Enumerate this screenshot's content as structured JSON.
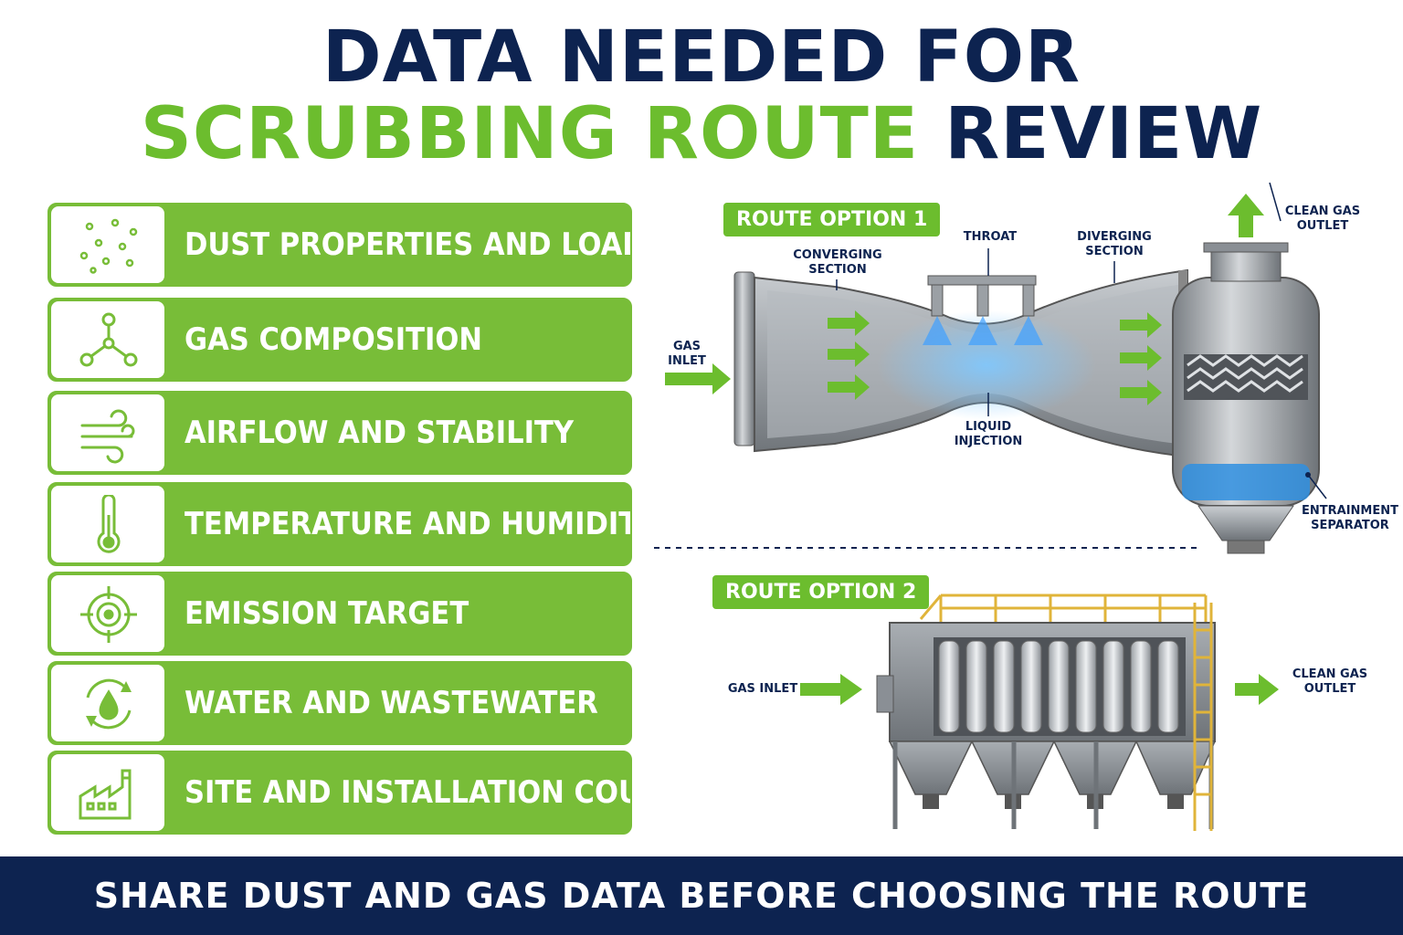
{
  "header": {
    "line1": "DATA NEEDED FOR",
    "line2_green": "SCRUBBING ROUTE",
    "line2_navy": " REVIEW"
  },
  "checklist": [
    {
      "label": "DUST PROPERTIES AND LOAD",
      "icon": "dust-particles-icon"
    },
    {
      "label": "GAS COMPOSITION",
      "icon": "molecule-icon"
    },
    {
      "label": "AIRFLOW AND STABILITY",
      "icon": "airflow-icon"
    },
    {
      "label": "TEMPERATURE AND HUMIDITY",
      "icon": "thermometer-icon"
    },
    {
      "label": "EMISSION TARGET",
      "icon": "target-icon"
    },
    {
      "label": "WATER AND WASTEWATER",
      "icon": "water-cycle-icon"
    },
    {
      "label": "SITE AND INSTALLATION COUNTRY",
      "icon": "factory-icon"
    }
  ],
  "route1": {
    "badge": "ROUTE OPTION 1",
    "gas_inlet": "GAS\nINLET",
    "converging": "CONVERGING\nSECTION",
    "throat": "THROAT",
    "diverging": "DIVERGING\nSECTION",
    "clean_gas_outlet": "CLEAN GAS\nOUTLET",
    "liquid_injection": "LIQUID\nINJECTION",
    "entrainment_separator": "ENTRAINMENT\nSEPARATOR"
  },
  "route2": {
    "badge": "ROUTE OPTION 2",
    "gas_inlet": "GAS INLET",
    "clean_gas_outlet": "CLEAN GAS\nOUTLET"
  },
  "footer": {
    "text": "SHARE DUST AND GAS DATA BEFORE CHOOSING THE ROUTE"
  },
  "colors": {
    "navy": "#0d2350",
    "green": "#6cbd2e",
    "item_green": "#78bd38",
    "steel": "#8a8f95",
    "water_blue": "#2f8fe0"
  }
}
